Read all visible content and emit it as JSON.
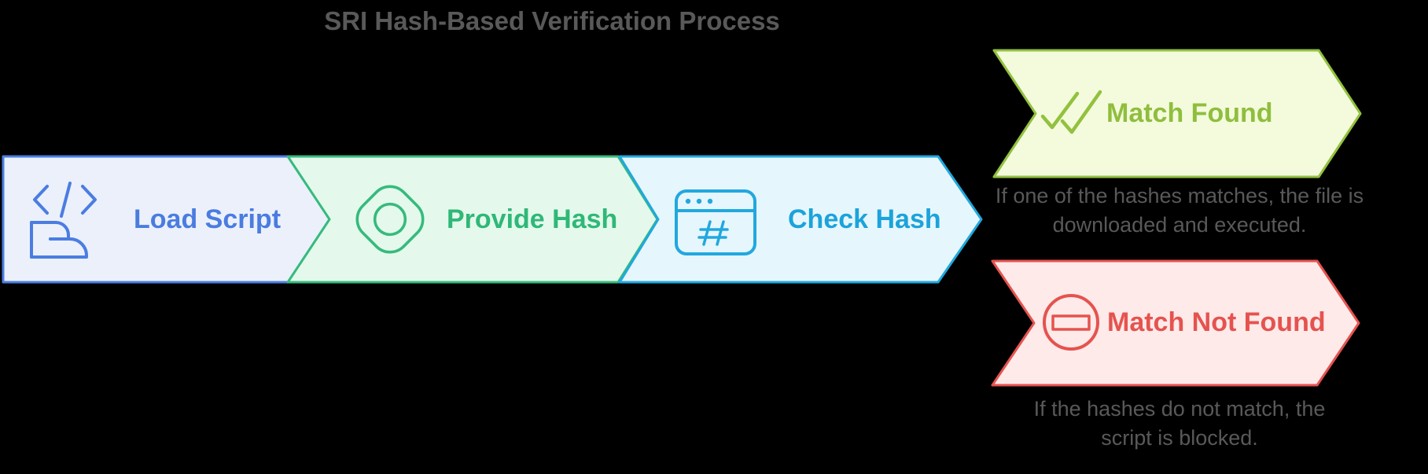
{
  "title": "SRI Hash-Based Verification Process",
  "colors": {
    "background": "#000000",
    "heading_text": "#595959",
    "caption_text": "#595959"
  },
  "steps": [
    {
      "label": "Load Script",
      "icon": "code-scroll-icon",
      "fill": "#EBF0FB",
      "stroke": "#4B7DE1",
      "text_color": "#4A7CE0"
    },
    {
      "label": "Provide Hash",
      "icon": "gem-button-icon",
      "fill": "#E4F9EC",
      "stroke": "#36BA7D",
      "text_color": "#2FB877"
    },
    {
      "label": "Check Hash",
      "icon": "browser-hash-icon",
      "fill": "#E6F6FD",
      "stroke": "#21A8DE",
      "text_color": "#1BA3DB"
    }
  ],
  "outcomes": [
    {
      "label": "Match Found",
      "icon": "double-check-icon",
      "fill": "#F4FBDC",
      "stroke": "#92C13F",
      "text_color": "#8FBE3E",
      "caption": "If one of the hashes matches, the file is\ndownloaded and executed."
    },
    {
      "label": "Match Not Found",
      "icon": "no-entry-icon",
      "fill": "#FDEAE9",
      "stroke": "#E5534F",
      "text_color": "#E5534F",
      "caption": "If the hashes do not match, the\nscript is blocked."
    }
  ]
}
